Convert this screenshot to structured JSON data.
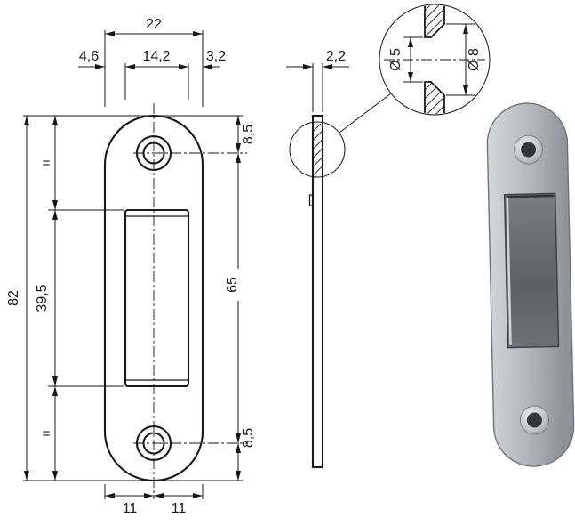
{
  "colors": {
    "line": "#17191c",
    "background": "#ffffff",
    "photo_plate": "#b4b9bd",
    "photo_window": "#5c6166",
    "photo_hole": "#33373a"
  },
  "drawing": {
    "front_view": {
      "dim_width_total": "22",
      "dim_left_margin": "4,6",
      "dim_slot_width": "14,2",
      "dim_right_margin": "3,2",
      "dim_hole_top": "8,5",
      "dim_height_total": "82",
      "dim_slot_height": "39,5",
      "dim_hole_centers": "65",
      "dim_hole_bottom": "8,5",
      "dim_bottom_left": "11",
      "dim_bottom_right": "11",
      "equal_mark_top": "=",
      "equal_mark_bottom": "="
    },
    "side_view": {
      "dim_thickness": "2,2"
    },
    "detail_view": {
      "dim_hole_diameter": "Ø 5",
      "dim_countersink_diameter": "Ø 8"
    }
  }
}
